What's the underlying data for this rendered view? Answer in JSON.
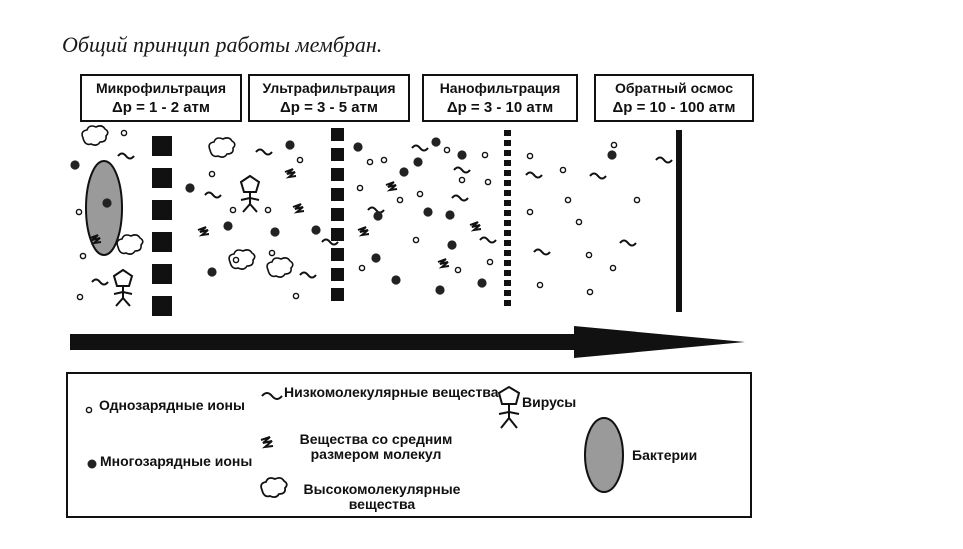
{
  "title": "Общий принцип работы мембран.",
  "stages": [
    {
      "name": "Микрофильтрация",
      "dp": "Δp = 1 - 2 атм"
    },
    {
      "name": "Ультрафильтрация",
      "dp": "Δp = 3 - 5 атм"
    },
    {
      "name": "Нанофильтрация",
      "dp": "Δp = 3 - 10 атм"
    },
    {
      "name": "Обратный осмос",
      "dp": "Δp = 10 - 100 атм"
    }
  ],
  "legend": {
    "single_ions": "Однозарядные ионы",
    "multi_ions": "Многозарядные ионы",
    "low_mol": "Низкомолекулярные вещества",
    "mid_mol": "Вещества со средним размером молекул",
    "high_mol": "Высокомолекулярные вещества",
    "viruses": "Вирусы",
    "bacteria": "Бактерии"
  },
  "colors": {
    "ink": "#111111",
    "bacteria_fill": "#9a9a9a",
    "dot_fill": "#333333"
  }
}
